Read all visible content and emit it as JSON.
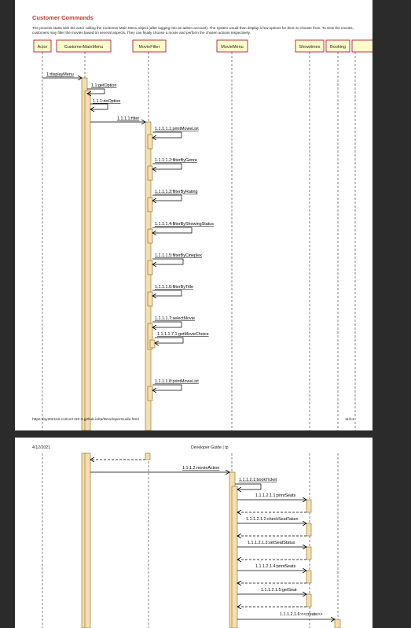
{
  "page1": {
    "heading": "Customer Commands",
    "intro": "The process starts with the actor calling the Customer Main Menu object (after logging into an admin account). The system would then display a few options for them to choose from. To view the movies, customers may filter the movies based on several aspects. They can finally choose a movie and perform the chosen actions respectively.",
    "footer_url": "https://ay2021s2-cs2113-t10-3.github.io/tp/DeveloperGuide.html",
    "footer_page": "11/14"
  },
  "lifelines": [
    "Actor",
    "CustomerMainMenu",
    "MovieFilter",
    "MovieMenu",
    "Showtimes",
    "Booking"
  ],
  "messages1": [
    "1:displayMenu",
    "1.1:getOption",
    "1.1.1:doOption",
    "1.1.1.1:filter",
    "1.1.1.1.1:printMovieList",
    "1.1.1.1.2:filterByGenre",
    "1.1.1.1.3:filterByRating",
    "1.1.1.1.4:filterByShowingStatus",
    "1.1.1.1.5:filterByCineplex",
    "1.1.1.1.6:filterByTitle",
    "1.1.1.1.7:selectMovie",
    "1.1.1.1.7.1:getMovieChoice",
    "1.1.1.1.8:printMovieList"
  ],
  "page2": {
    "date": "4/12/2021",
    "title": "Developer Guide | tp"
  },
  "messages2": [
    "1.1.1.2:movieAction",
    "1.1.1.2.1:bookTicket",
    "1.1.1.2.1.1:printSeats",
    "1.1.1.2.1.2:checkSeatTaken",
    "1.1.1.2.1.3:setSeatStatus",
    "1.1.1.2.1.4:printSeats",
    "1.1.1.2.1.5:getSeat",
    "1.1.1.2.1.6:<<create>>"
  ],
  "colors": {
    "lifeline_box": "#fefecc",
    "lifeline_border": "#a80036",
    "activation": "#f5deb3",
    "heading": "#c0392b"
  }
}
